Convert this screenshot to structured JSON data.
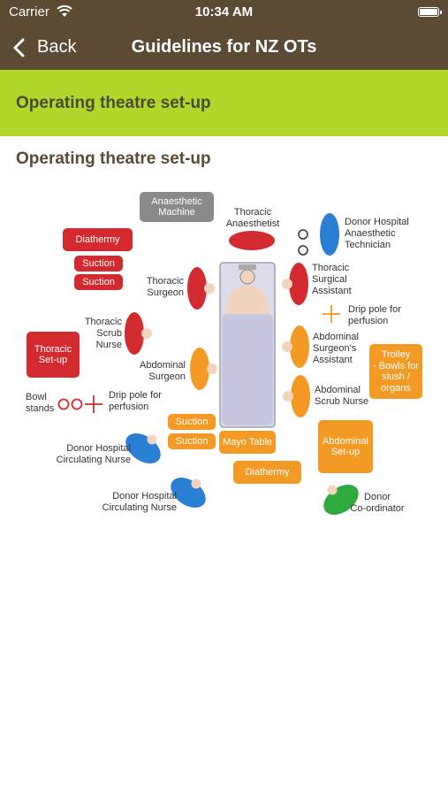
{
  "status": {
    "carrier": "Carrier",
    "time": "10:34 AM"
  },
  "nav": {
    "back_label": "Back",
    "title": "Guidelines for NZ OTs"
  },
  "section_header": "Operating theatre set-up",
  "heading": "Operating theatre set-up",
  "diagram": {
    "anaesthetic_machine": "Anaesthetic\nMachine",
    "thoracic_anaesthetist": "Thoracic\nAnaesthetist",
    "donor_hospital_anaesthetic_technician": "Donor Hospital\nAnaesthetic\nTechnician",
    "diathermy_top": "Diathermy",
    "suction_1": "Suction",
    "suction_2": "Suction",
    "thoracic_surgeon": "Thoracic\nSurgeon",
    "thoracic_surgical_assistant": "Thoracic\nSurgical\nAssistant",
    "drip_pole_right": "Drip pole for\nperfusion",
    "thoracic_scrub_nurse": "Thoracic\nScrub\nNurse",
    "thoracic_setup": "Thoracic\nSet-up",
    "abdominal_surgeon": "Abdominal\nSurgeon",
    "abdominal_surgeons_assistant": "Abdominal\nSurgeon's\nAssistant",
    "trolley": "Trolley\n- Bowls for\nslush /\norgans",
    "bowl_stands": "Bowl\nstands",
    "drip_pole_left": "Drip pole for\nperfusion",
    "abdominal_scrub_nurse": "Abdominal\nScrub Nurse",
    "suction_3": "Suction",
    "suction_4": "Suction",
    "mayo_table": "Mayo Table",
    "abdominal_setup": "Abdominal\nSet-up",
    "donor_circulating_nurse_1": "Donor Hospital\nCirculating Nurse",
    "diathermy_bottom": "Diathermy",
    "donor_circulating_nurse_2": "Donor Hospital\nCirculating Nurse",
    "donor_coordinator": "Donor\nCo-ordinator"
  },
  "colors": {
    "nav": "#5b4a34",
    "header": "#b0d82a",
    "thoracic": "#d32a2f",
    "abdominal": "#f29a24",
    "donor_hospital": "#2a7fd4",
    "coordinator": "#2eaa3e",
    "equipment": "#8a8a8a"
  }
}
